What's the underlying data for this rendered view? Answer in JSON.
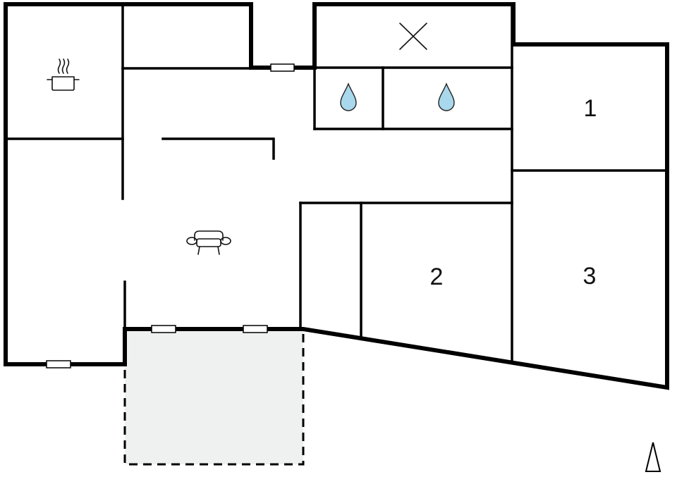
{
  "floorplan": {
    "rooms": [
      {
        "id": "bedroom-1",
        "label": "1"
      },
      {
        "id": "bedroom-2",
        "label": "2"
      },
      {
        "id": "bedroom-3",
        "label": "3"
      }
    ],
    "icons": [
      {
        "room": "kitchen",
        "icon": "cooking-pot-icon"
      },
      {
        "room": "living-room",
        "icon": "armchair-icon"
      },
      {
        "room": "bathroom-1",
        "icon": "water-drop-icon"
      },
      {
        "room": "bathroom-2",
        "icon": "water-drop-icon"
      },
      {
        "room": "storage",
        "icon": "cross-icon"
      },
      {
        "room": "outside",
        "icon": "north-arrow-icon"
      }
    ],
    "colors": {
      "walls": "#000000",
      "terrace_fill": "#eef1f0",
      "water_drop": "#a9d7eb",
      "background": "#ffffff"
    }
  }
}
